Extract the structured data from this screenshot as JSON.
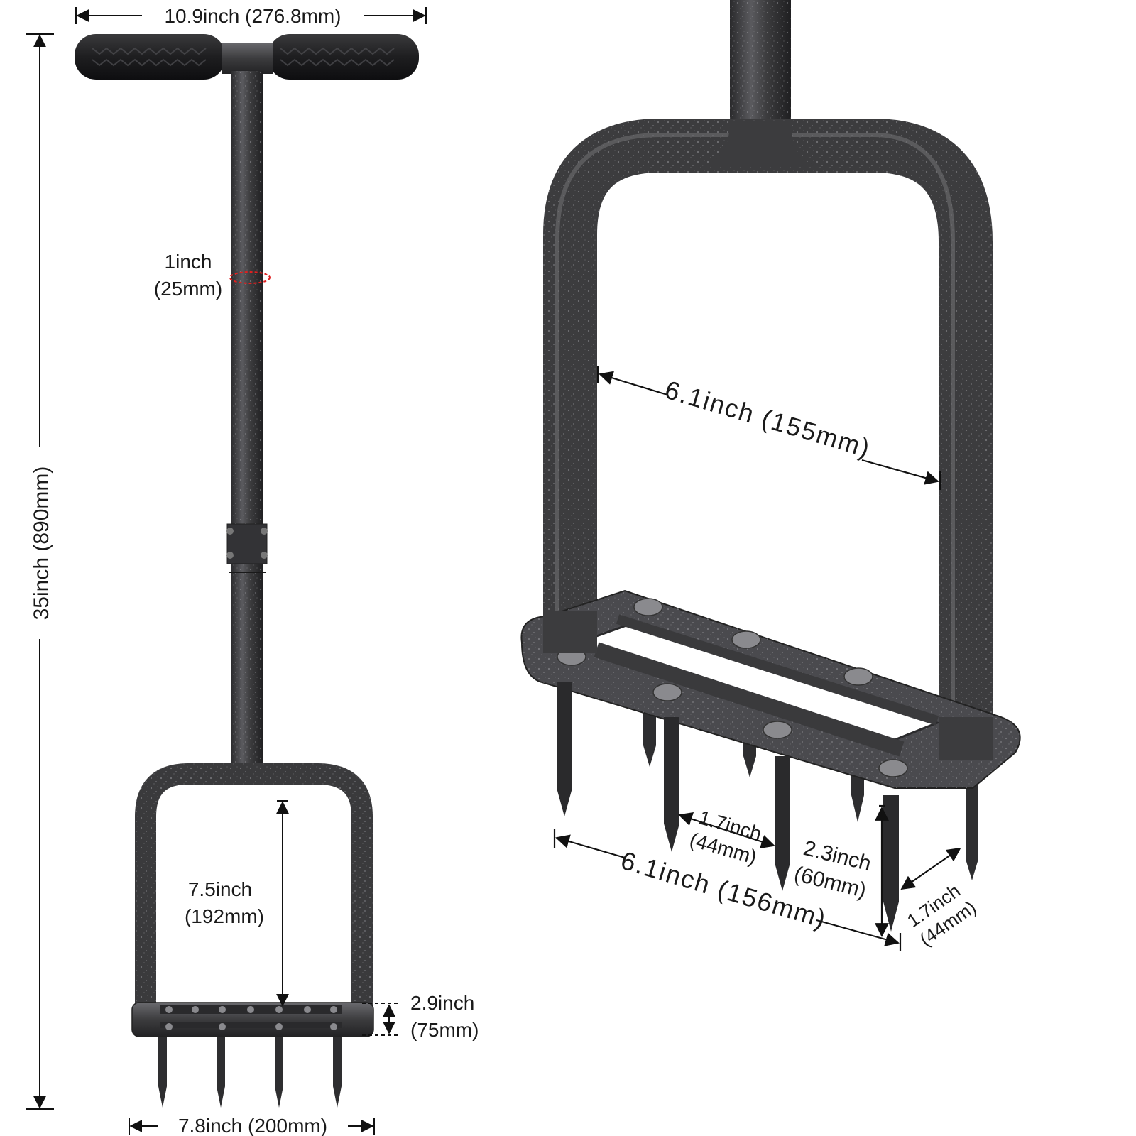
{
  "product_colors": {
    "metal": "#3c3c3e",
    "metal_highlight": "#8a8a8e",
    "grip": "#1e1e20",
    "dimension_line": "#111111",
    "circumference_marker": "#e02020"
  },
  "dimensions": {
    "handle_width": "10.9inch (276.8mm)",
    "total_height": "35inch (890mm)",
    "shaft_diameter_in": "1inch",
    "shaft_diameter_mm": "(25mm)",
    "frame_height_in": "7.5inch",
    "frame_height_mm": "(192mm)",
    "base_height_in": "2.9inch",
    "base_height_mm": "(75mm)",
    "base_width": "7.8inch (200mm)",
    "inner_width": "6.1inch (155mm)",
    "tine_row_length": "6.1inch (156mm)",
    "tine_spacing_in": "1.7inch",
    "tine_spacing_mm": "(44mm)",
    "tine_length_in": "2.3inch",
    "tine_length_mm": "(60mm)",
    "row_spacing_in": "1.7inch",
    "row_spacing_mm": "(44mm)"
  }
}
